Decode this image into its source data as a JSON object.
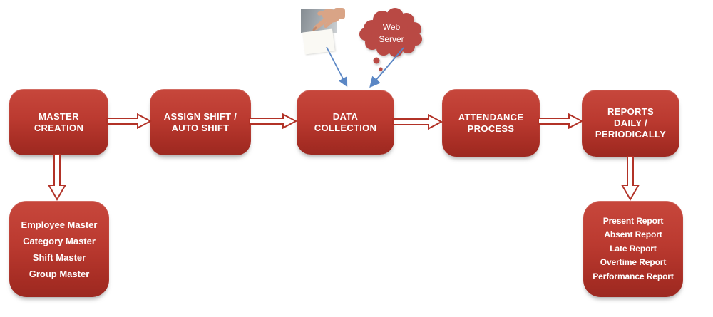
{
  "colors": {
    "box_red_top": "#c7473c",
    "box_red_bottom": "#9c2921",
    "arrow_outline_red": "#b23227",
    "cloud_red": "#b94944",
    "blue_arrow": "#5b87c5",
    "text_white": "#ffffff",
    "photo_gray": "#a8aeb3"
  },
  "flow": {
    "steps": [
      {
        "lines": [
          "MASTER",
          "CREATION"
        ]
      },
      {
        "lines": [
          "ASSIGN SHIFT /",
          "AUTO SHIFT"
        ]
      },
      {
        "lines": [
          "DATA",
          "COLLECTION"
        ]
      },
      {
        "lines": [
          "ATTENDANCE",
          "PROCESS"
        ]
      },
      {
        "lines": [
          "REPORTS",
          "DAILY /",
          "PERIODICALLY"
        ]
      }
    ],
    "master_box": {
      "items": [
        "Employee Master",
        "Category Master",
        "Shift Master",
        "Group Master"
      ]
    },
    "reports_box": {
      "items": [
        "Present Report",
        "Absent Report",
        "Late Report",
        "Overtime Report",
        "Performance Report"
      ]
    },
    "web_server_cloud": {
      "lines": [
        "Web",
        "Server"
      ]
    },
    "icons": [
      "fingerprint-hand-photo",
      "web-server-cloud",
      "flow-arrow",
      "down-arrow",
      "blue-input-arrow"
    ]
  }
}
